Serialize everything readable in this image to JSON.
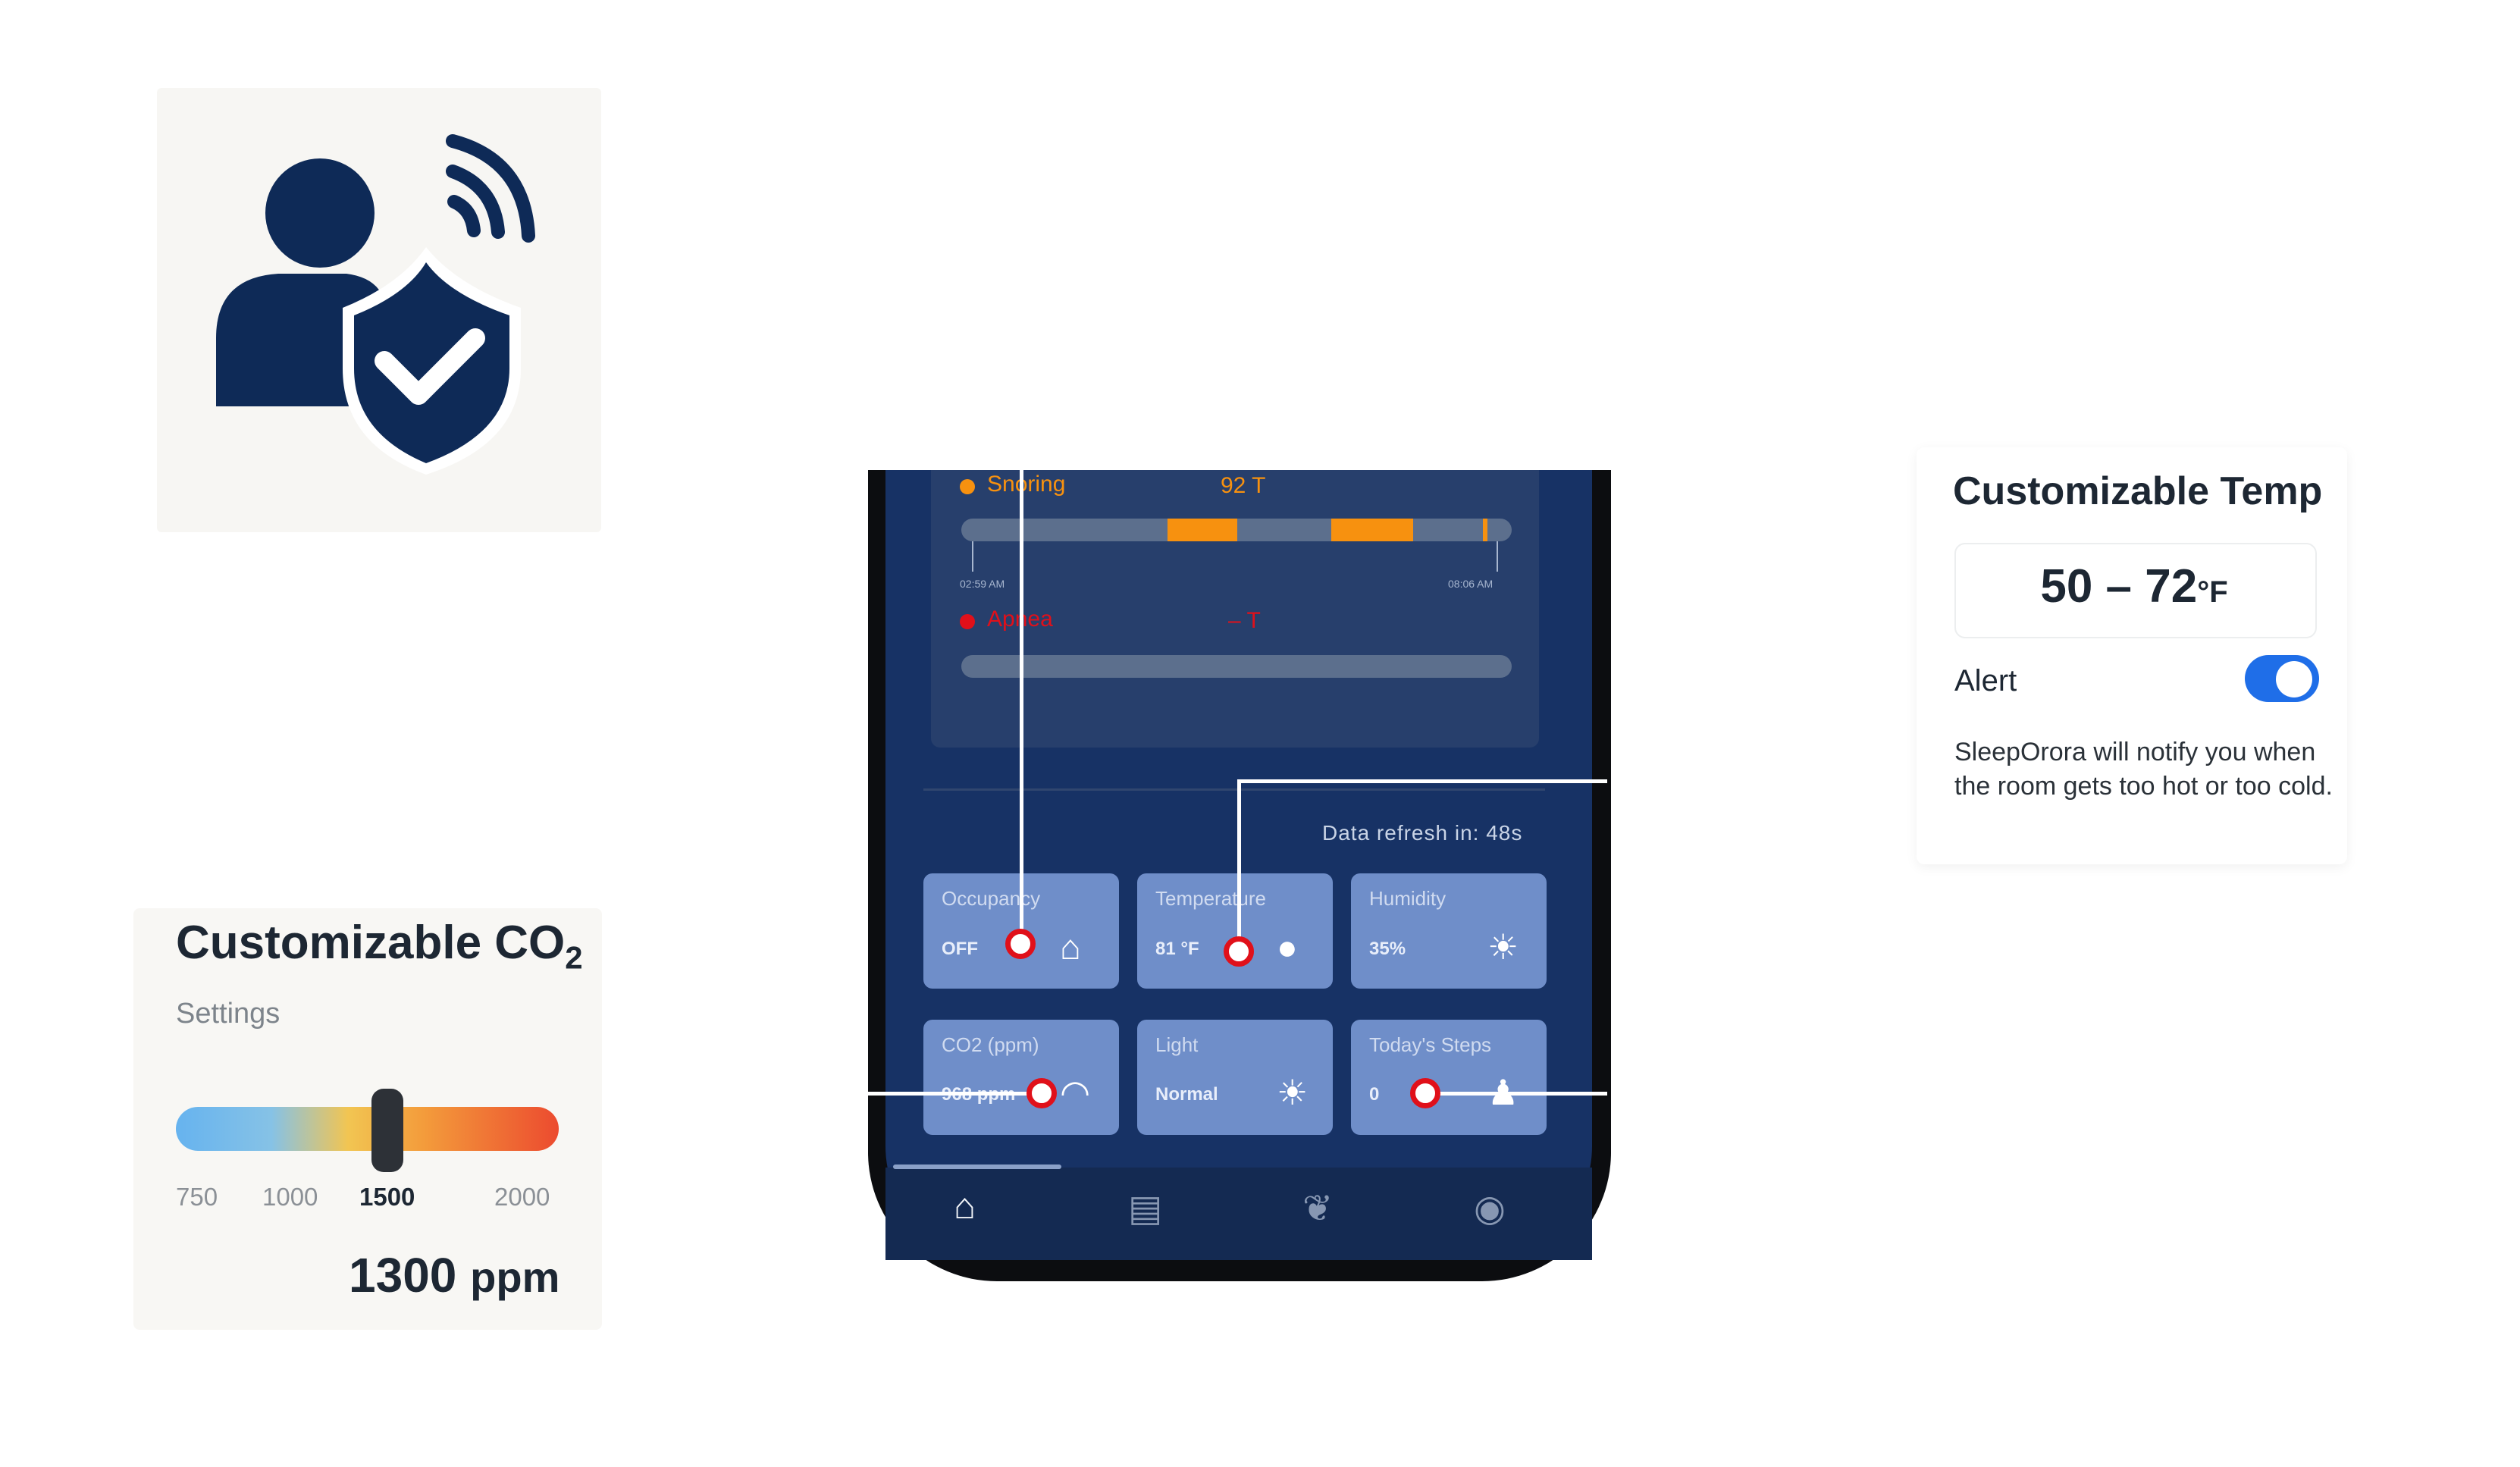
{
  "co2_card": {
    "title": "Customizable CO",
    "title_sub": "2",
    "subtitle": "Settings",
    "ticks": [
      "750",
      "1000",
      "1500",
      "2000"
    ],
    "selected_tick": "1500",
    "value": "1300",
    "unit": "ppm",
    "gradient_colors": [
      "#66b3ef",
      "#f2c552",
      "#ec4b2f"
    ]
  },
  "temp_card": {
    "title": "Customizable Temp",
    "range": "50 – 72",
    "unit": "°F",
    "alert_label": "Alert",
    "alert_on": true,
    "description": "SleepOrora will notify you when the room gets too hot or too cold."
  },
  "phone": {
    "snoring": {
      "label": "Snoring",
      "value": "92 T",
      "color": "#f7910f"
    },
    "timeline": {
      "start": "02:59 AM",
      "end": "08:06 AM"
    },
    "apnea": {
      "label": "Apnea",
      "value": "– T",
      "color": "#e0101a"
    },
    "refresh_text": "Data refresh in: 48s",
    "tiles": [
      {
        "label": "Occupancy",
        "value": "OFF",
        "icon": "house-icon"
      },
      {
        "label": "Temperature",
        "value": "81 °F",
        "icon": "flame-icon"
      },
      {
        "label": "Humidity",
        "value": "35%",
        "icon": "sun-icon"
      },
      {
        "label": "CO2 (ppm)",
        "value": "968 ppm",
        "icon": "gauge-icon"
      },
      {
        "label": "Light",
        "value": "Normal",
        "icon": "sun-icon"
      },
      {
        "label": "Today's Steps",
        "value": "0",
        "icon": "walking-icon"
      }
    ],
    "tabs": [
      "home-icon",
      "document-icon",
      "brain-icon",
      "eye-icon"
    ]
  },
  "icon_card": {
    "icon": "user-shield-signal-icon",
    "color": "#0e2a57"
  }
}
